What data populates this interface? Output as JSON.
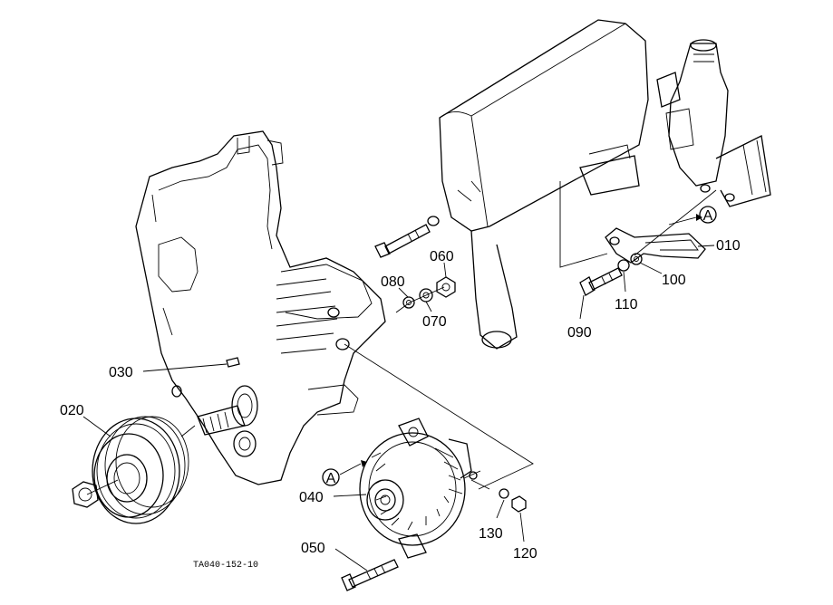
{
  "drawing_code": "TA040-152-10",
  "callout_marker": "A",
  "parts": {
    "p010": "010",
    "p020": "020",
    "p030": "030",
    "p040": "040",
    "p050": "050",
    "p060": "060",
    "p070": "070",
    "p080": "080",
    "p090": "090",
    "p100": "100",
    "p110": "110",
    "p120": "120",
    "p130": "130"
  },
  "components": [
    "gear-case-icon",
    "muffler-icon",
    "thermostat-housing-icon",
    "crank-pulley-icon",
    "alternator-icon",
    "adjusting-bracket-icon",
    "bolt-icon",
    "nut-icon",
    "washer-icon"
  ]
}
